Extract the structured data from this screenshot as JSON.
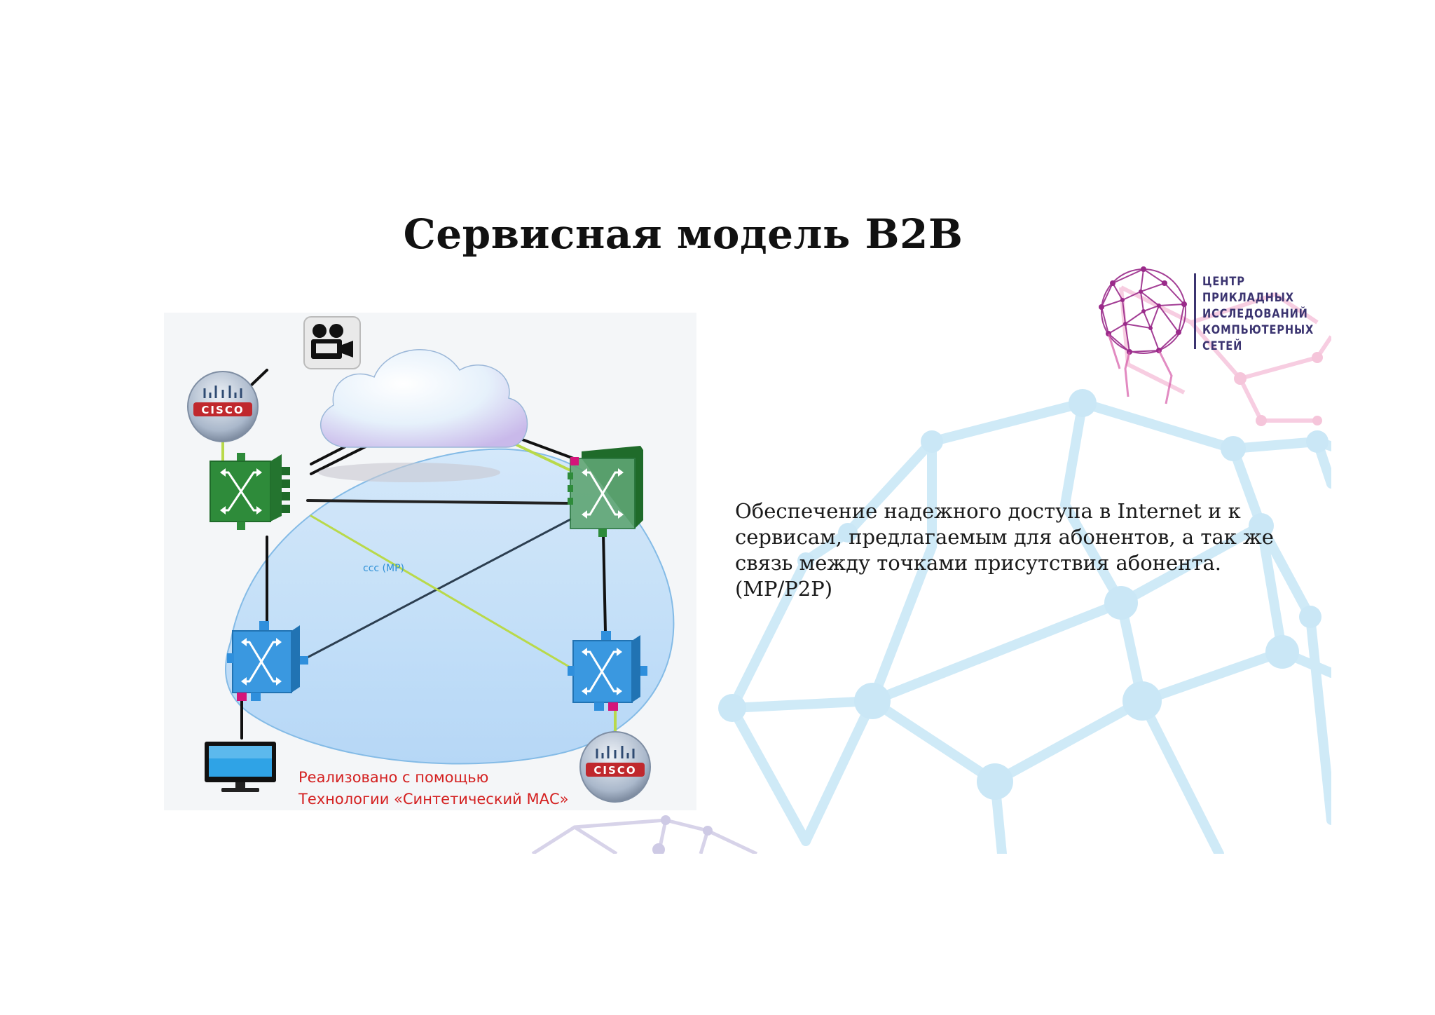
{
  "slide": {
    "title": "Сервисная модель B2B",
    "description_lines": [
      "Обеспечение надежного доступа в Internet и к",
      "сервисам, предлагаемым для абонентов, а так же",
      "связь между точками присутствия абонента.",
      "(MP/P2P)"
    ]
  },
  "diagram": {
    "link_label": "ccc (MP)",
    "vendor_label": "CISCO",
    "caption_lines": [
      "Реализовано с помощью",
      "Технологии «Синтетический МАС»"
    ],
    "colors": {
      "core_switch": "#2e8b3a",
      "access_switch": "#2f8fdc",
      "overlay": "#9fcbf0",
      "caption": "#d42020",
      "ccc_link": "#b9d94a",
      "port_marker": "#d4147a"
    }
  },
  "logo": {
    "lines": [
      "ЦЕНТР",
      "ПРИКЛАДНЫХ",
      "ИССЛЕДОВАНИЙ",
      "КОМПЬЮТЕРНЫХ",
      "СЕТЕЙ"
    ],
    "color": "#3b3470",
    "accent": "#9a2a8a"
  }
}
